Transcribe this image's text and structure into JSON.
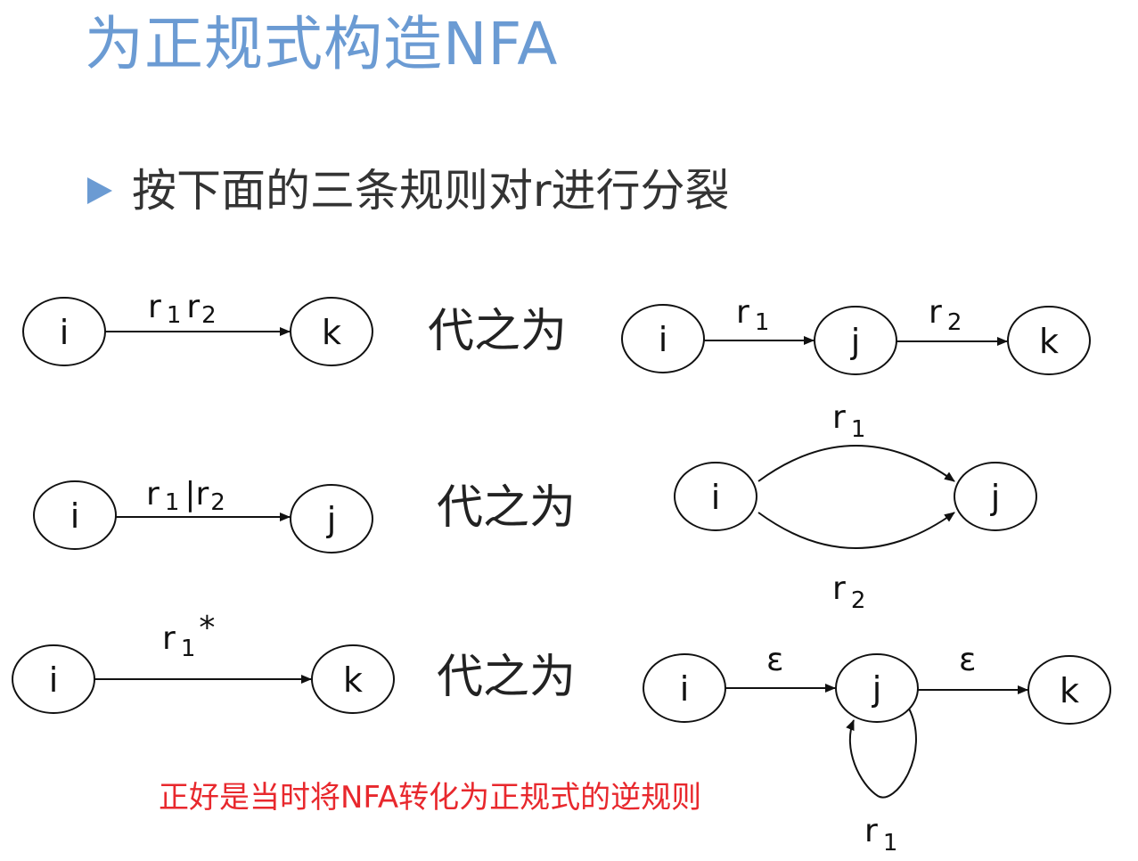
{
  "title": "为正规式构造NFA",
  "bullet": "按下面的三条规则对r进行分裂",
  "replace_label": "代之为",
  "note": "正好是当时将NFA转化为正规式的逆规则",
  "rules": [
    {
      "left": {
        "from": "i",
        "to": "k",
        "label": "r",
        "sub1": "1",
        "mid": "r",
        "sub2": "2"
      },
      "right": {
        "states": [
          "i",
          "j",
          "k"
        ],
        "edges": [
          {
            "label": "r",
            "sub": "1"
          },
          {
            "label": "r",
            "sub": "2"
          }
        ]
      }
    },
    {
      "left": {
        "from": "i",
        "to": "j",
        "label": "r",
        "sub1": "1",
        "mid": "|r",
        "sub2": "2"
      },
      "right": {
        "states": [
          "i",
          "j"
        ],
        "edges": [
          {
            "label": "r",
            "sub": "1"
          },
          {
            "label": "r",
            "sub": "2"
          }
        ]
      }
    },
    {
      "left": {
        "from": "i",
        "to": "k",
        "label": "r",
        "sub1": "1",
        "mid": "*"
      },
      "right": {
        "states": [
          "i",
          "j",
          "k"
        ],
        "edges": [
          {
            "label": "ε"
          },
          {
            "label": "ε"
          }
        ],
        "loop": {
          "label": "r",
          "sub": "1"
        }
      }
    }
  ]
}
